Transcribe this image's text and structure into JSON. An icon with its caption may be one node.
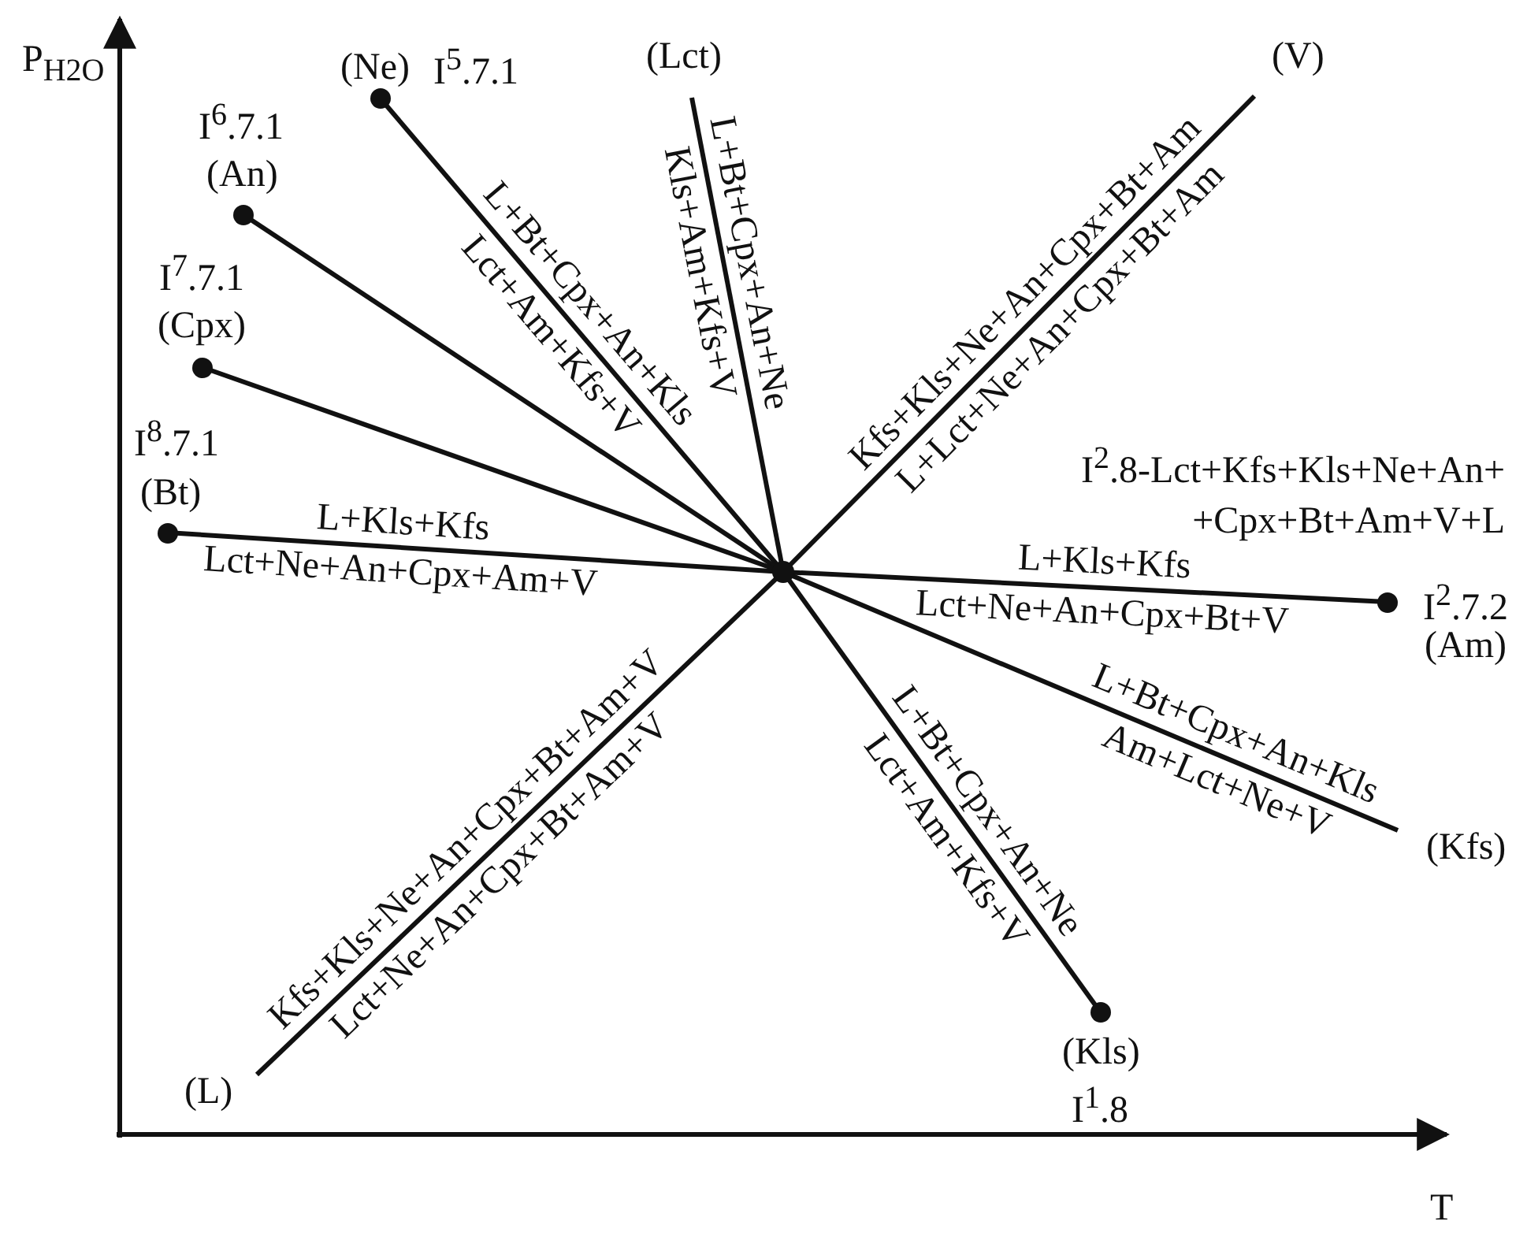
{
  "diagram": {
    "nodes": [
      {
        "text": [],
        "shape": "circle"
      },
      {
        "text": [
          "(Ne)",
          "I$^{5}$.7.1"
        ]
      },
      {
        "text": [
          "I$^{6}$.7.1",
          "(An)"
        ]
      },
      {
        "text": [
          "I$^{7}$.7.1",
          "(Cpx)"
        ]
      },
      {
        "text": [
          "I$^{8}$.7.1",
          "(Bt)"
        ]
      },
      {
        "text": [
          "(Lct)"
        ]
      },
      {
        "text": [
          "(V)"
        ]
      },
      {
        "text": [
          "I$^{2}$.7.2",
          "(Am)"
        ]
      },
      {
        "text": [
          "(Kfs)"
        ]
      },
      {
        "text": [
          "(Kls)",
          "I$^{1}$.8"
        ]
      },
      {
        "text": [
          "(L)"
        ]
      }
    ],
    "edges": [
      {
        "from": 0,
        "to": 1,
        "arrow": "none",
        "label": [
          "L+Bt+Cpx+An+Kls",
          "Lct+Am+Kfs+V"
        ]
      },
      {
        "from": 0,
        "to": 2,
        "arrow": "none"
      },
      {
        "from": 0,
        "to": 3,
        "arrow": "none"
      },
      {
        "from": 0,
        "to": 4,
        "arrow": "none",
        "label": [
          "L+Kls+Kfs",
          "Lct+Ne+An+Cpx+Am+V"
        ]
      },
      {
        "from": 0,
        "to": 5,
        "arrow": "none",
        "label": [
          "L+Bt+Cpx+An+Ne",
          "Kls+Am+Kfs+V"
        ]
      },
      {
        "from": 0,
        "to": 6,
        "arrow": "none",
        "label": [
          "Kfs+Kls+Ne+An+Cpx+Bt+Am",
          "L+Lct+Ne+An+Cpx+Bt+Am"
        ]
      },
      {
        "from": 0,
        "to": 7,
        "arrow": "none",
        "label": [
          "L+Kls+Kfs",
          "Lct+Ne+An+Cpx+Bt+V"
        ]
      },
      {
        "from": 0,
        "to": 8,
        "arrow": "none",
        "label": [
          "L+Bt+Cpx+An+Kls",
          "Am+Lct+Ne+V"
        ]
      },
      {
        "from": 0,
        "to": 9,
        "arrow": "none",
        "label": [
          "L+Bt+Cpx+An+Ne",
          "Lct+Am+Kfs+V"
        ]
      },
      {
        "from": 0,
        "to": 10,
        "arrow": "none",
        "label": [
          "Kfs+Kls+Ne+An+Cpx+Bt+Am+V",
          "Lct+Ne+An+Cpx+Bt+Am+V"
        ]
      }
    ],
    "labels": [
      "P$_{H2O}$",
      "I$^{2}$.8-Lct+Kfs+Kls+Ne+An+ +Cpx+Bt+Am+V+L",
      "T"
    ]
  }
}
